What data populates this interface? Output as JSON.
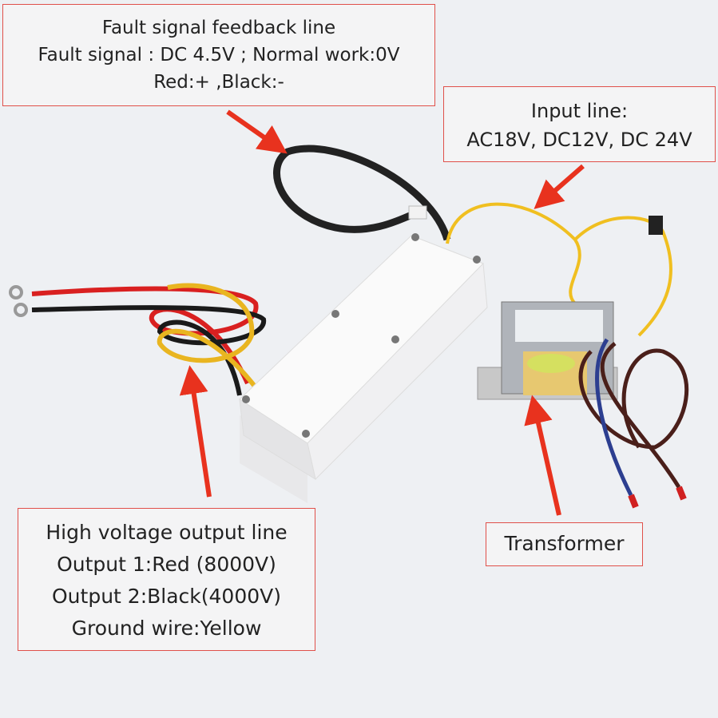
{
  "labels": {
    "fault": {
      "lines": [
        "Fault signal feedback line",
        "Fault signal : DC 4.5V ; Normal work:0V",
        "Red:+ ,Black:-"
      ]
    },
    "input": {
      "lines": [
        "Input line:",
        "AC18V, DC12V, DC 24V"
      ]
    },
    "output": {
      "lines": [
        "High voltage output line",
        "Output 1:Red (8000V)",
        "Output 2:Black(4000V)",
        "Ground wire:Yellow"
      ]
    },
    "transformer": {
      "lines": [
        "Transformer"
      ]
    }
  },
  "colors": {
    "arrow": "#e8321e",
    "border": "#e0504a",
    "background": "#eef0f3"
  }
}
